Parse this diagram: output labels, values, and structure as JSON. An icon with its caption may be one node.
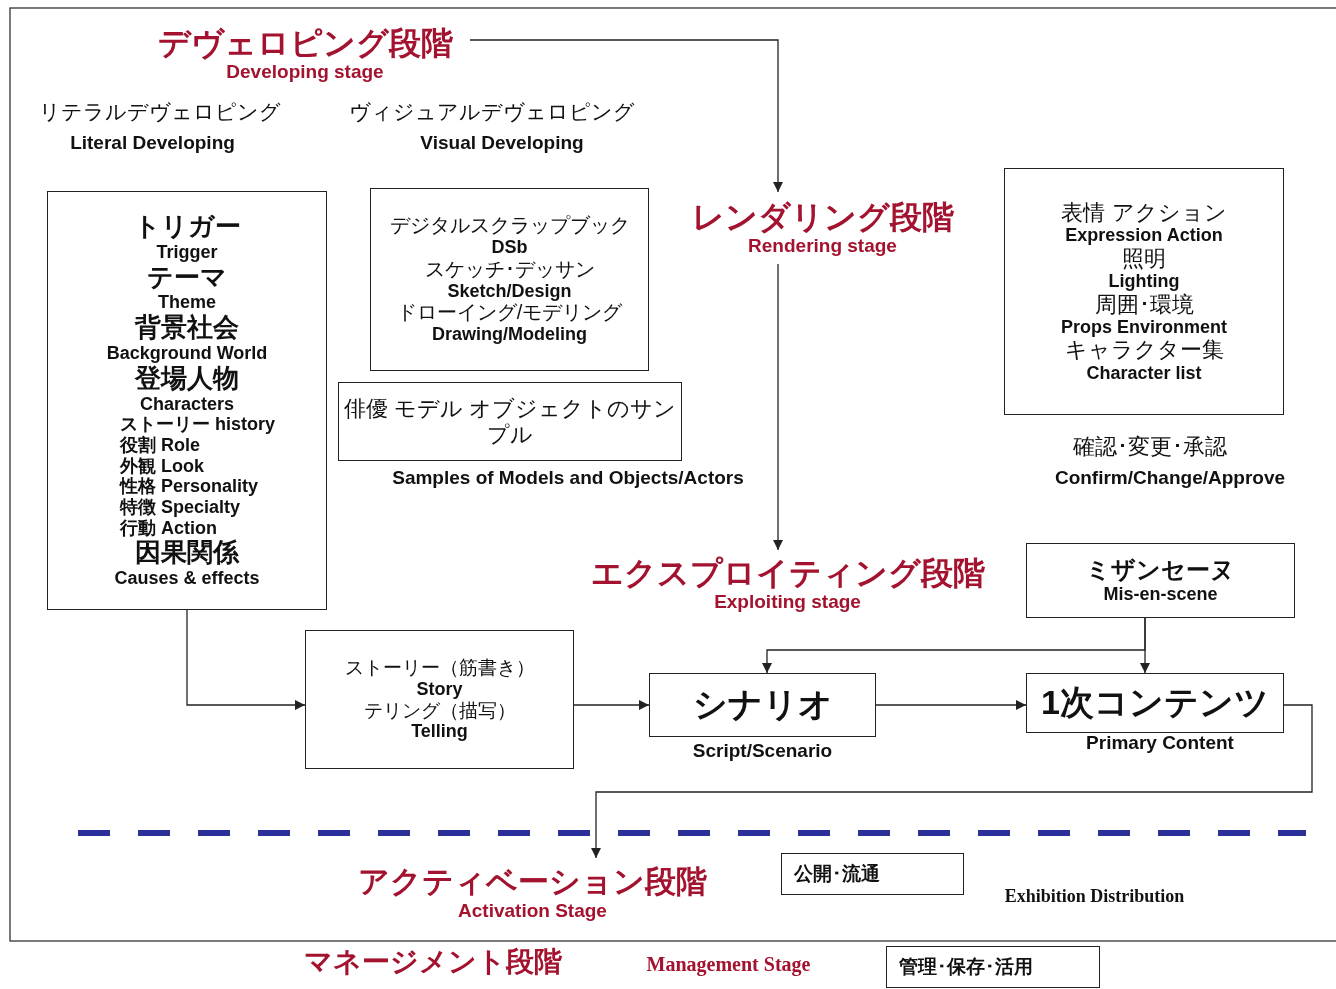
{
  "diagram": {
    "nodes": [
      {
        "text": [
          "デヴェロピング段階",
          "Developing stage"
        ]
      },
      {
        "text": [
          "レンダリング段階",
          "Rendering stage"
        ]
      },
      {
        "text": [
          "トリガー",
          "Trigger",
          "テーマ",
          "Theme",
          "背景社会",
          "Background World",
          "登場人物",
          "Characters",
          "ストーリー history",
          "役割 Role",
          "外観 Look",
          "性格 Personality",
          "特徴 Specialty",
          "行動 Action",
          "因果関係",
          "Causes & effects"
        ]
      },
      {
        "text": [
          "デジタルスクラップブック",
          "DSb",
          "スケッチ･デッサン",
          "Sketch/Design",
          "ドローイング/モデリング",
          "Drawing/Modeling"
        ]
      },
      {
        "text": [
          "俳優 モデル オブジェクトのサンプル"
        ],
        "beside": [
          "Samples of Models and Objects/Actors"
        ]
      },
      {
        "text": [
          "表情 アクション",
          "Expression Action",
          "照明",
          "Lighting",
          "周囲･環境",
          "Props Environment",
          "キャラクター集",
          "Character list"
        ]
      },
      {
        "text": [
          "エクスプロイティング段階",
          "Exploiting stage"
        ]
      },
      {
        "text": [
          "ミザンセーヌ",
          "Mis-en-scene"
        ]
      },
      {
        "text": [
          "ストーリー（筋書き）",
          "Story",
          "テリング（描写）",
          "Telling"
        ]
      },
      {
        "text": [
          "シナリオ"
        ],
        "beside": [
          "Script/Scenario"
        ]
      },
      {
        "text": [
          "1次コンテンツ"
        ],
        "beside": [
          "Primary Content"
        ]
      },
      {
        "text": [
          "アクティベーション段階",
          "Activation Stage"
        ]
      },
      {
        "text": [
          "公開･流通"
        ],
        "beside": [
          "Exhibition Distribution"
        ]
      },
      {
        "text": [
          "管理･保存･活用"
        ]
      }
    ],
    "edges": [
      {
        "from": 0,
        "to": 1,
        "arrow": "to"
      },
      {
        "from": 1,
        "to": 6,
        "arrow": "to"
      },
      {
        "from": 7,
        "to": 9,
        "arrow": "to"
      },
      {
        "from": 7,
        "to": 10,
        "arrow": "to"
      },
      {
        "from": 2,
        "to": 8,
        "arrow": "to"
      },
      {
        "from": 8,
        "to": 9,
        "arrow": "to"
      },
      {
        "from": 9,
        "to": 10,
        "arrow": "to"
      },
      {
        "from": 10,
        "to": 11,
        "arrow": "to"
      }
    ],
    "labels": [
      "リテラルデヴェロピング",
      "Literal Developing",
      "ヴィジュアルデヴェロピング",
      "Visual Developing",
      "確認･変更･承認",
      "Confirm/Change/Approve",
      "マネージメント段階",
      "Management Stage"
    ]
  }
}
